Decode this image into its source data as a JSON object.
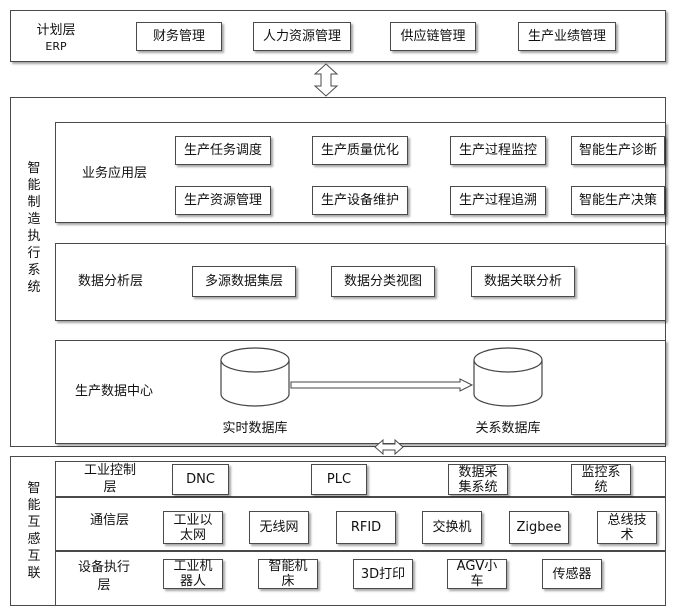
{
  "erp": {
    "label_line1": "计划层",
    "label_line2": "ERP",
    "modules": [
      "财务管理",
      "人力资源管理",
      "供应链管理",
      "生产业绩管理"
    ]
  },
  "mes": {
    "side_label": [
      "智",
      "能",
      "制",
      "造",
      "执",
      "行",
      "系",
      "统"
    ],
    "business": {
      "label": "业务应用层",
      "row1": [
        "生产任务调度",
        "生产质量优化",
        "生产过程监控",
        "智能生产诊断"
      ],
      "row2": [
        "生产资源管理",
        "生产设备维护",
        "生产过程追溯",
        "智能生产决策"
      ]
    },
    "analysis": {
      "label": "数据分析层",
      "items": [
        "多源数据集层",
        "数据分类视图",
        "数据关联分析"
      ]
    },
    "datacenter": {
      "label": "生产数据中心",
      "db1": "实时数据库",
      "db2": "关系数据库"
    }
  },
  "iot": {
    "side_label": [
      "智",
      "能",
      "互",
      "感",
      "互",
      "联"
    ],
    "control": {
      "label": [
        "工业控制",
        "层"
      ],
      "items": [
        [
          "DNC"
        ],
        [
          "PLC"
        ],
        [
          "数据采",
          "集系统"
        ],
        [
          "监控系",
          "统"
        ]
      ]
    },
    "comm": {
      "label": "通信层",
      "items": [
        [
          "工业以",
          "太网"
        ],
        [
          "无线网"
        ],
        [
          "RFID"
        ],
        [
          "交换机"
        ],
        [
          "Zigbee"
        ],
        [
          "总线技",
          "术"
        ]
      ]
    },
    "device": {
      "label": [
        "设备执行",
        "层"
      ],
      "items": [
        [
          "工业机",
          "器人"
        ],
        [
          "智能机",
          "床"
        ],
        [
          "3D打印"
        ],
        [
          "AGV小",
          "车"
        ],
        [
          "传感器"
        ]
      ]
    }
  }
}
